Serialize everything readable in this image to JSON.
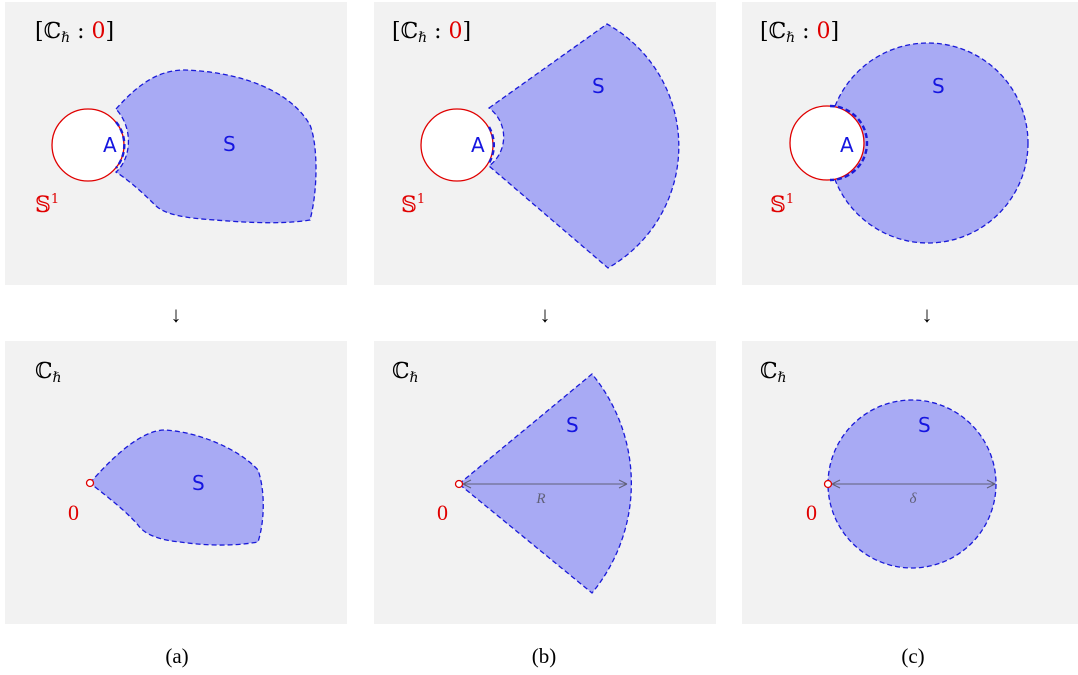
{
  "colors": {
    "region_fill": "#a8aaf4",
    "region_stroke": "#1a1ad8",
    "circle_stroke": "#e00000",
    "red_text": "#e00000",
    "blue_text": "#1515e0",
    "measure_gray": "#606078",
    "panel_bg": "#f2f2f2"
  },
  "labels": {
    "top_title_prefix": "[ℂ",
    "hbar": "ℏ",
    "top_title_colon": " : ",
    "top_title_zero": "0",
    "top_title_suffix": "]",
    "bottom_title": "ℂ",
    "circle_label": "𝕊",
    "circle_sup": "1",
    "region_label": "S",
    "boundary_label": "A",
    "origin_label": "0",
    "arrow": "↓",
    "radius_b": "R",
    "radius_c": "δ",
    "captions": [
      "(a)",
      "(b)",
      "(c)"
    ]
  }
}
